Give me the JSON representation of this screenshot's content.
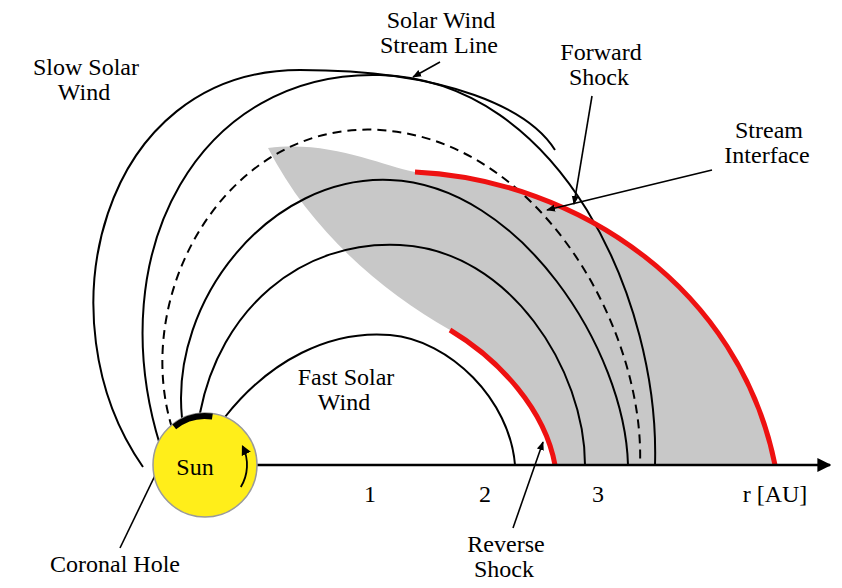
{
  "diagram": {
    "nodes": [
      {
        "text": [
          "Sun"
        ]
      }
    ],
    "labels": [
      "Slow Solar Wind",
      "Solar Wind Stream Line",
      "Forward Shock",
      "Stream Interface",
      "Fast Solar Wind",
      "Coronal Hole",
      "Reverse Shock",
      "1",
      "2",
      "3",
      "r [AU]"
    ]
  }
}
